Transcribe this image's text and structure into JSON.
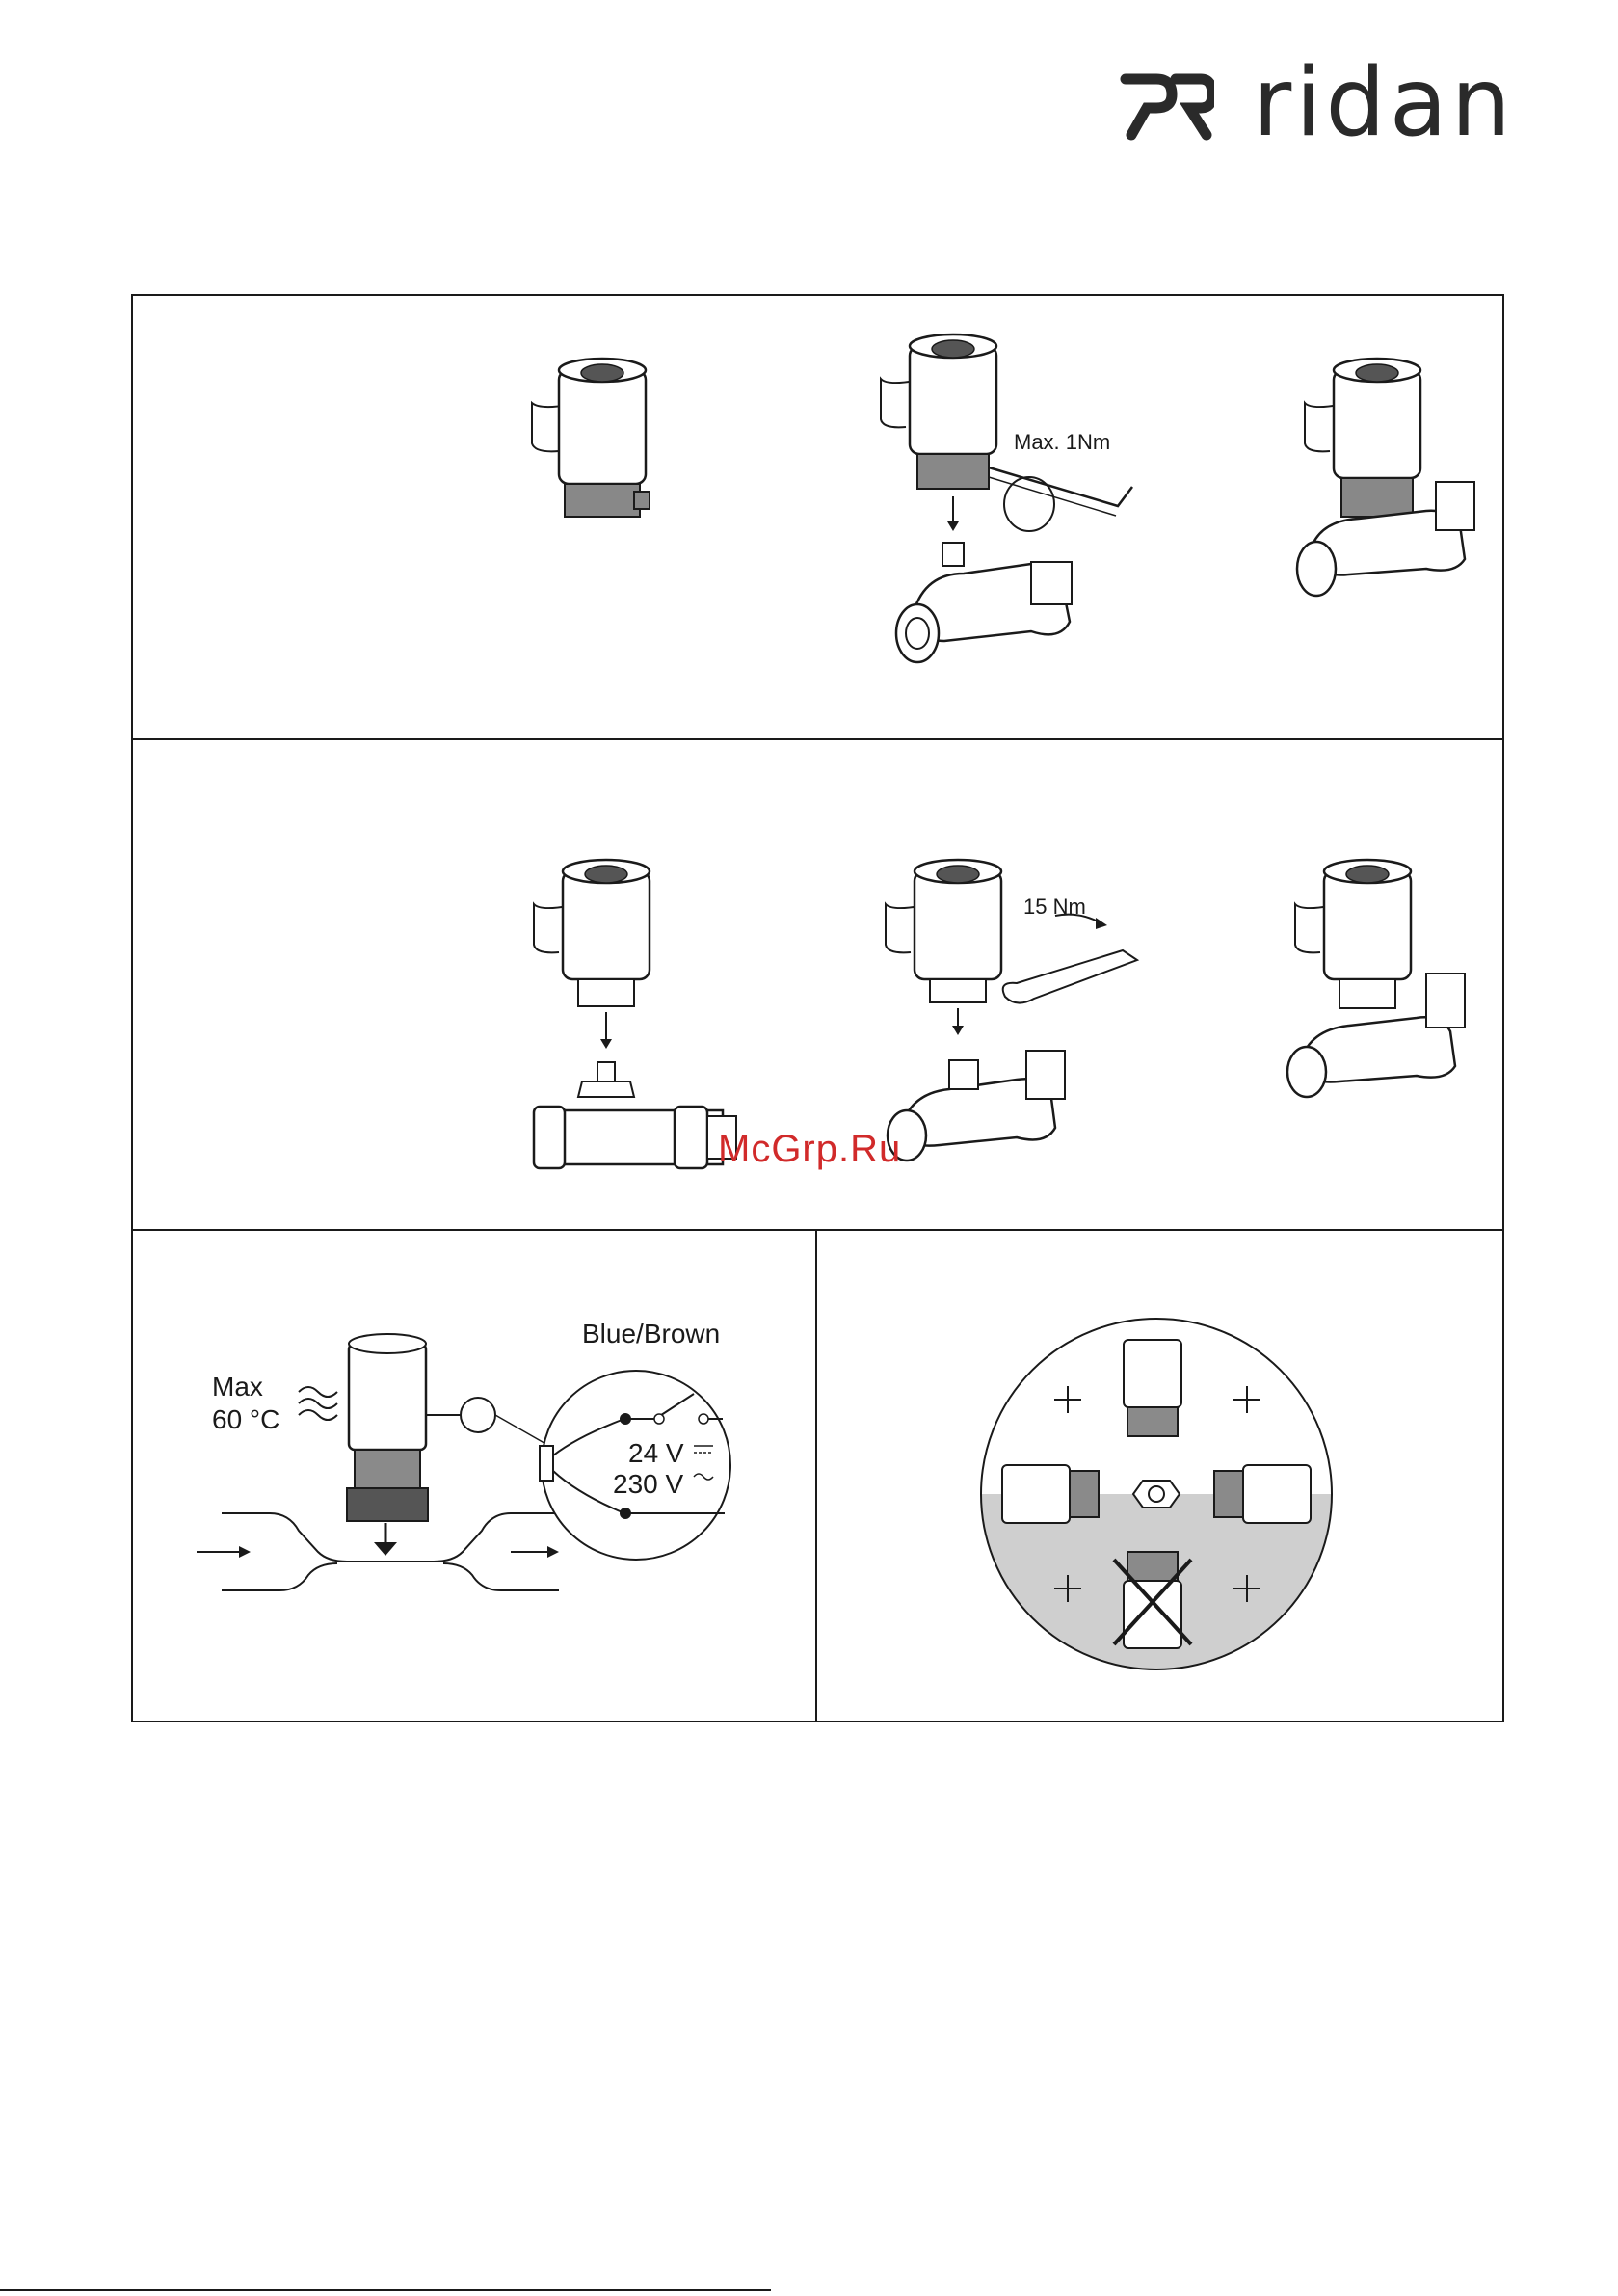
{
  "header": {
    "brand": "ridan"
  },
  "panel1": {
    "torque_label": "Max. 1Nm"
  },
  "panel2": {
    "torque_label": "15 Nm"
  },
  "panel3": {
    "temp_label_1": "Max",
    "temp_label_2": "60 °C",
    "wire_label": "Blue/Brown",
    "voltage_1": "24 V",
    "voltage_2": "230 V"
  },
  "watermark": "McGrp.Ru",
  "colors": {
    "frame": "#1a1a1a",
    "actuator_cap": "#555555",
    "mount_gray": "#8a8a8a",
    "watermark": "#d12a2a",
    "panel4_shade": "#cfcfcf"
  }
}
